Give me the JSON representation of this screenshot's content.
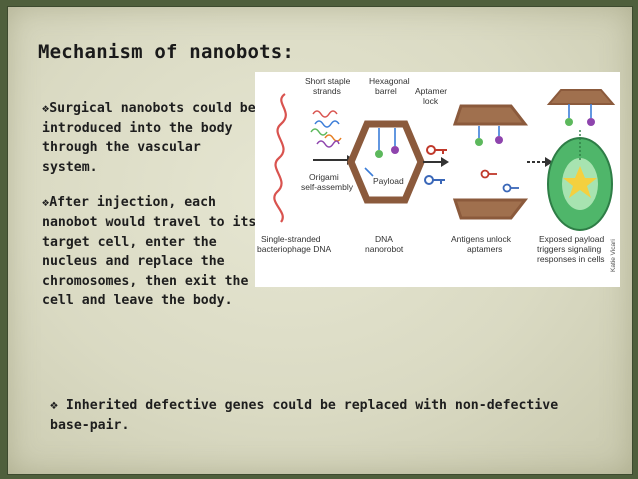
{
  "title": "Mechanism of nanobots:",
  "left_bullets": [
    {
      "mark": "❖",
      "text": "Surgical nanobots could be introduced into the body through the vascular system."
    },
    {
      "mark": "❖",
      "text": "After injection, each nanobot would travel to its target cell, enter the nucleus and replace the chromosomes, then exit the cell and leave the body."
    }
  ],
  "bottom_bullet": {
    "mark": "❖",
    "text": " Inherited defective genes could be replaced with non-defective base-pair."
  },
  "figure": {
    "labels": {
      "short_staple": [
        "Short staple",
        "strands"
      ],
      "hexagonal": [
        "Hexagonal",
        "barrel"
      ],
      "aptamer": [
        "Aptamer",
        "lock"
      ],
      "payload": "Payload",
      "origami": [
        "Origami",
        "self-assembly"
      ],
      "single_stranded": [
        "Single-stranded",
        "bacteriophage DNA"
      ],
      "dna_nanorobot": [
        "DNA",
        "nanorobot"
      ],
      "antigens": [
        "Antigens unlock",
        "aptamers"
      ],
      "exposed": [
        "Exposed payload",
        "triggers signaling",
        "responses in cells"
      ],
      "credit": "Katie Vicari"
    },
    "colors": {
      "barrel": "#8b5a3c",
      "staple_a": "#d9534f",
      "staple_b": "#3b7dd8",
      "staple_c": "#5cb85c",
      "key_red": "#c0392b",
      "key_blue": "#3a67b8",
      "payload_green": "#4caf50",
      "payload_purple": "#8e44ad",
      "cell_green": "#4fb66a",
      "cell_core": "#f4d03f"
    }
  }
}
